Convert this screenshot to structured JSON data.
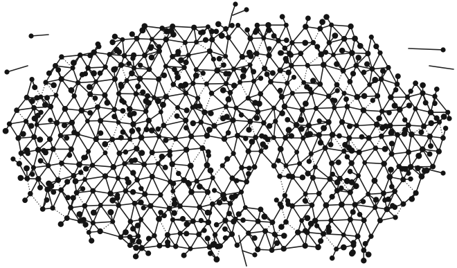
{
  "figure": {
    "kind": "molecular-network-schematic",
    "has_text": false,
    "background_color": "#ffffff",
    "bond_color": "#1f1f1f",
    "atom_color": "#141414",
    "hydrogen_bond_style": "dotted",
    "random_seed": 7
  }
}
